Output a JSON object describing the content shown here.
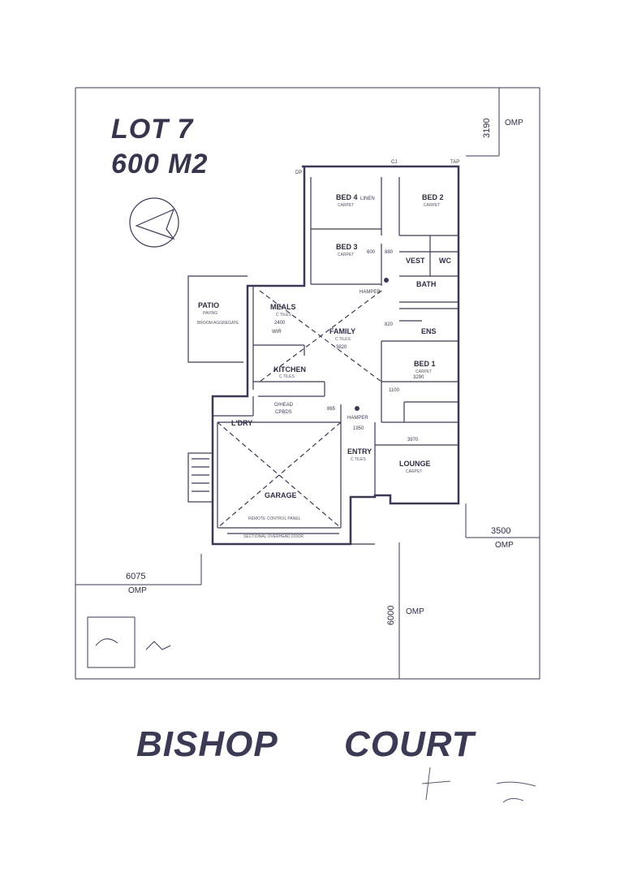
{
  "lot": {
    "number": "LOT 7",
    "area": "600 M2"
  },
  "street": {
    "word1": "BISHOP",
    "word2": "COURT"
  },
  "setbacks": {
    "rear": "3190",
    "rear_unit": "OMP",
    "side_right": "3500",
    "side_right_unit": "OMP",
    "side_left": "6075",
    "side_left_unit": "OMP",
    "front": "6000",
    "front_unit": "OMP"
  },
  "rooms": {
    "bed4": {
      "name": "BED 4",
      "sub": "CARPET"
    },
    "bed2": {
      "name": "BED 2",
      "sub": "CARPET"
    },
    "bed3": {
      "name": "BED 3",
      "sub": "CARPET"
    },
    "vest": {
      "name": "VEST"
    },
    "wc": {
      "name": "WC"
    },
    "bath": {
      "name": "BATH"
    },
    "ens": {
      "name": "ENS"
    },
    "patio": {
      "name": "PATIO",
      "sub": "PAVING",
      "sub2": "BROOM AGGREGATE"
    },
    "meals": {
      "name": "MEALS",
      "sub": "C TILES",
      "dim": "2400"
    },
    "family": {
      "name": "FAMILY",
      "sub": "C TILES",
      "dim": "3820"
    },
    "kitchen": {
      "name": "KITCHEN",
      "sub": "C TILES"
    },
    "bed1": {
      "name": "BED 1",
      "sub": "CARPET",
      "dim": "3290"
    },
    "ldry": {
      "name": "L'DRY"
    },
    "entry": {
      "name": "ENTRY",
      "sub": "C TILES"
    },
    "lounge": {
      "name": "LOUNGE",
      "sub": "CARPET"
    },
    "garage": {
      "name": "GARAGE",
      "note1": "SECTIONAL OVERHEAD DOOR",
      "note2": "REMOTE CONTROL PANEL"
    }
  },
  "labels": {
    "linen": "LINEN",
    "hamper1": "HAMPER",
    "hamper2": "HAMPER",
    "ohead": "O/HEAD",
    "cpbds": "CPBDS",
    "cj": "CJ",
    "tap": "TAP",
    "dp": "DP",
    "wir": "WIR",
    "val_1950": "1950",
    "val_3970": "3970",
    "val_1100": "1100",
    "val_820": "820",
    "val_865": "865",
    "val_600": "600",
    "val_880": "880"
  },
  "colors": {
    "line": "#3a3a55",
    "bg": "#ffffff"
  }
}
